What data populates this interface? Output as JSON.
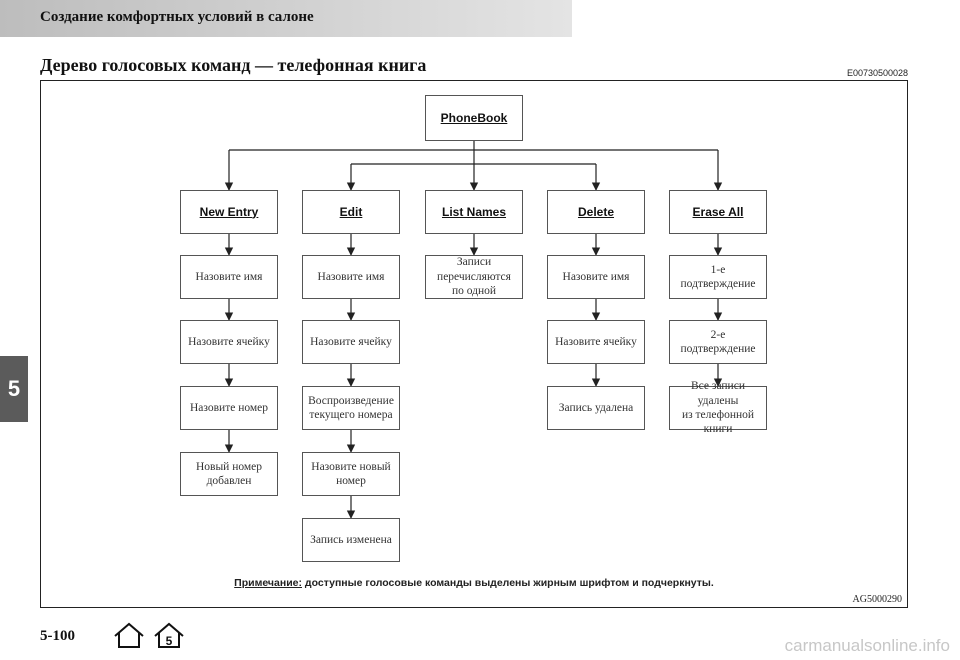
{
  "header": {
    "section": "Создание комфортных условий в салоне"
  },
  "title": "Дерево голосовых команд — телефонная книга",
  "doc_code": "E00730500028",
  "chapter": "5",
  "tree": {
    "root": "PhoneBook",
    "branches": [
      {
        "command": "New Entry",
        "steps": [
          "Назовите имя",
          "Назовите ячейку",
          "Назовите номер",
          "Новый номер\nдобавлен"
        ]
      },
      {
        "command": "Edit",
        "steps": [
          "Назовите имя",
          "Назовите ячейку",
          "Воспроизведение\nтекущего номера",
          "Назовите новый\nномер",
          "Запись изменена"
        ]
      },
      {
        "command": "List Names",
        "steps": [
          "Записи\nперечисляются\nпо одной"
        ]
      },
      {
        "command": "Delete",
        "steps": [
          "Назовите имя",
          "Назовите ячейку",
          "Запись удалена"
        ]
      },
      {
        "command": "Erase All",
        "steps": [
          "1-е подтверждение",
          "2-е подтверждение",
          "Все записи удалены\nиз телефонной\nкниги"
        ]
      }
    ]
  },
  "note": {
    "lead": "Примечание:",
    "text": " доступные голосовые команды выделены жирным шрифтом и подчеркнуты."
  },
  "figure_code": "AG5000290",
  "page_number": "5-100",
  "watermark": "carmanualsonline.info"
}
